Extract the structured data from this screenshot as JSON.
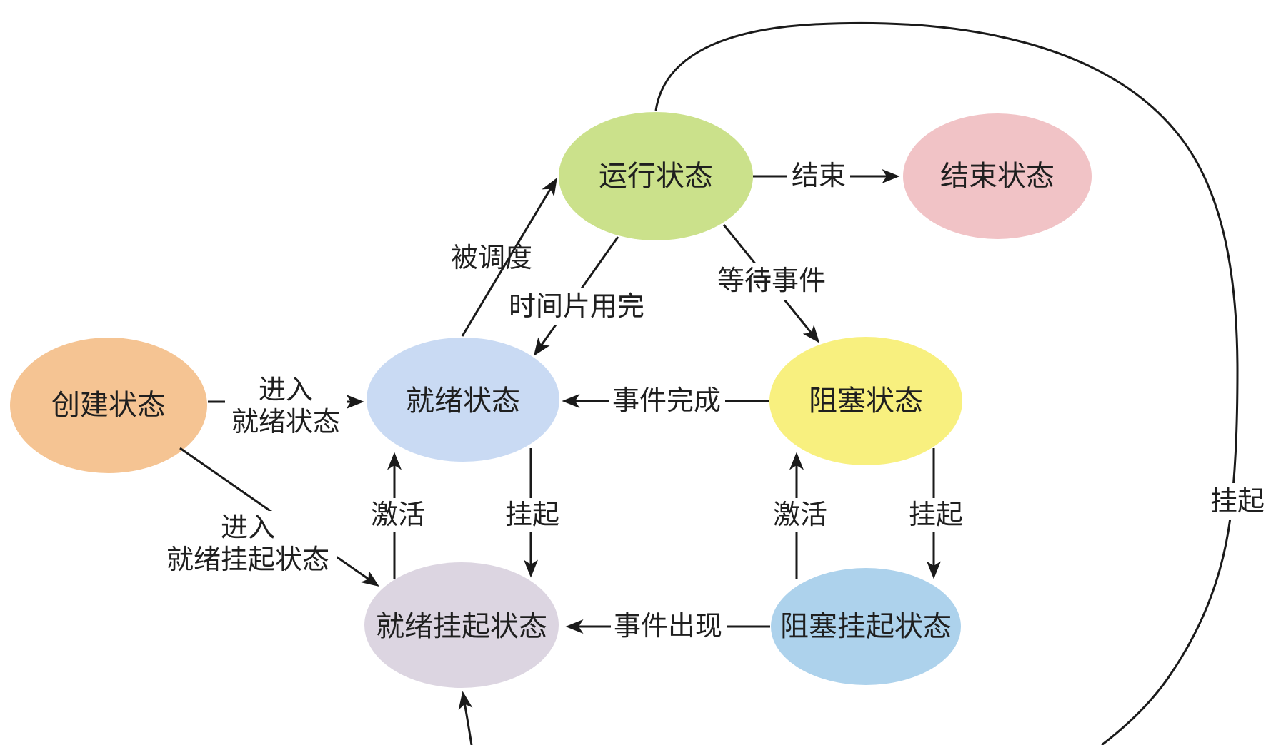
{
  "diagram": {
    "background": "#ffffff",
    "line_color": "#1a1a1a",
    "text_color": "#1f1f1f",
    "nodes": [
      {
        "id": "running",
        "label": "运行状态",
        "color": "#cbe18b"
      },
      {
        "id": "terminated",
        "label": "结束状态",
        "color": "#f1c3c6"
      },
      {
        "id": "created",
        "label": "创建状态",
        "color": "#f5c493"
      },
      {
        "id": "ready",
        "label": "就绪状态",
        "color": "#c9daf3"
      },
      {
        "id": "blocked",
        "label": "阻塞状态",
        "color": "#f8f07f"
      },
      {
        "id": "ready_suspended",
        "label": "就绪挂起状态",
        "color": "#dcd5e1"
      },
      {
        "id": "blocked_suspended",
        "label": "阻塞挂起状态",
        "color": "#add2ec"
      }
    ],
    "edges": [
      {
        "from": "ready",
        "to": "running",
        "label": "被调度"
      },
      {
        "from": "running",
        "to": "ready",
        "label": "时间片用完"
      },
      {
        "from": "running",
        "to": "blocked",
        "label": "等待事件"
      },
      {
        "from": "running",
        "to": "terminated",
        "label": "结束"
      },
      {
        "from": "blocked",
        "to": "ready",
        "label": "事件完成"
      },
      {
        "from": "created",
        "to": "ready",
        "label_line1": "进入",
        "label_line2": "就绪状态"
      },
      {
        "from": "created",
        "to": "ready_suspended",
        "label_line1": "进入",
        "label_line2": "就绪挂起状态"
      },
      {
        "from": "ready_suspended",
        "to": "ready",
        "label": "激活"
      },
      {
        "from": "ready",
        "to": "ready_suspended",
        "label": "挂起"
      },
      {
        "from": "blocked_suspended",
        "to": "blocked",
        "label": "激活"
      },
      {
        "from": "blocked",
        "to": "blocked_suspended",
        "label": "挂起"
      },
      {
        "from": "blocked_suspended",
        "to": "ready_suspended",
        "label": "事件出现"
      },
      {
        "from": "running",
        "to": "ready_suspended",
        "label": "挂起"
      }
    ]
  }
}
